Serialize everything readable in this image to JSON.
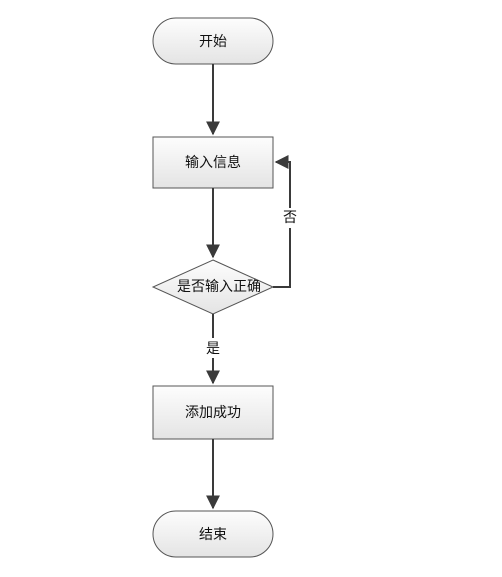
{
  "diagram": {
    "type": "flowchart",
    "nodes": {
      "start": {
        "label": "开始",
        "shape": "terminator"
      },
      "input": {
        "label": "输入信息",
        "shape": "process"
      },
      "check": {
        "label": "是否输入正确",
        "shape": "decision"
      },
      "success": {
        "label": "添加成功",
        "shape": "process"
      },
      "end": {
        "label": "结束",
        "shape": "terminator"
      }
    },
    "edges": {
      "no": {
        "from": "check",
        "to": "input",
        "label": "否"
      },
      "yes": {
        "from": "check",
        "to": "success",
        "label": "是"
      }
    },
    "colors": {
      "stroke": "#555555",
      "arrow": "#3a3a3a",
      "fill_light": "#fcfcfc",
      "fill_dark": "#e6e6e6"
    }
  }
}
